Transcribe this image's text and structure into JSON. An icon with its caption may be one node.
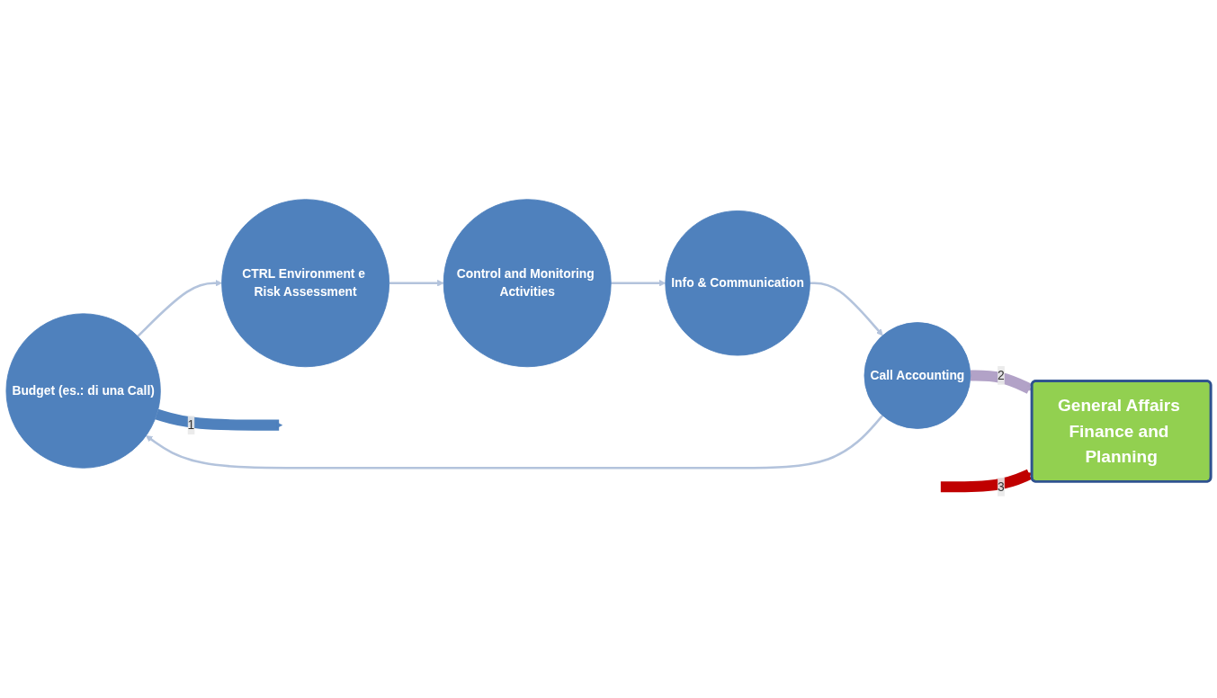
{
  "diagram": {
    "nodes": [
      {
        "text": [
          "Budget (es.: di una Call)"
        ]
      },
      {
        "text": [
          "General Affairs Finance and Planning"
        ]
      },
      {
        "text": [
          "Call Accounting"
        ]
      },
      {
        "text": [
          "CTRL Environment e Risk Assessment"
        ]
      },
      {
        "text": [
          "Control and Monitoring Activities"
        ]
      },
      {
        "text": [
          "Info & Communication"
        ]
      }
    ],
    "edges": [
      {
        "from": 0,
        "to": 3,
        "arrow": "to"
      },
      {
        "from": 3,
        "to": 4,
        "arrow": "to"
      },
      {
        "from": 4,
        "to": 5,
        "arrow": "to"
      },
      {
        "from": 5,
        "to": 2,
        "arrow": "to"
      },
      {
        "from": 2,
        "to": 0,
        "arrow": "to"
      },
      {
        "from": 0,
        "to": null,
        "arrow": "to",
        "label": "1",
        "style": "thick",
        "color": "#4f81bd"
      },
      {
        "from": 2,
        "to": 1,
        "arrow": "to",
        "label": "2",
        "style": "thick",
        "color": "#b2a2c7"
      },
      {
        "from": null,
        "to": 1,
        "arrow": "to",
        "label": "3",
        "style": "thick",
        "color": "#c00000"
      }
    ]
  }
}
